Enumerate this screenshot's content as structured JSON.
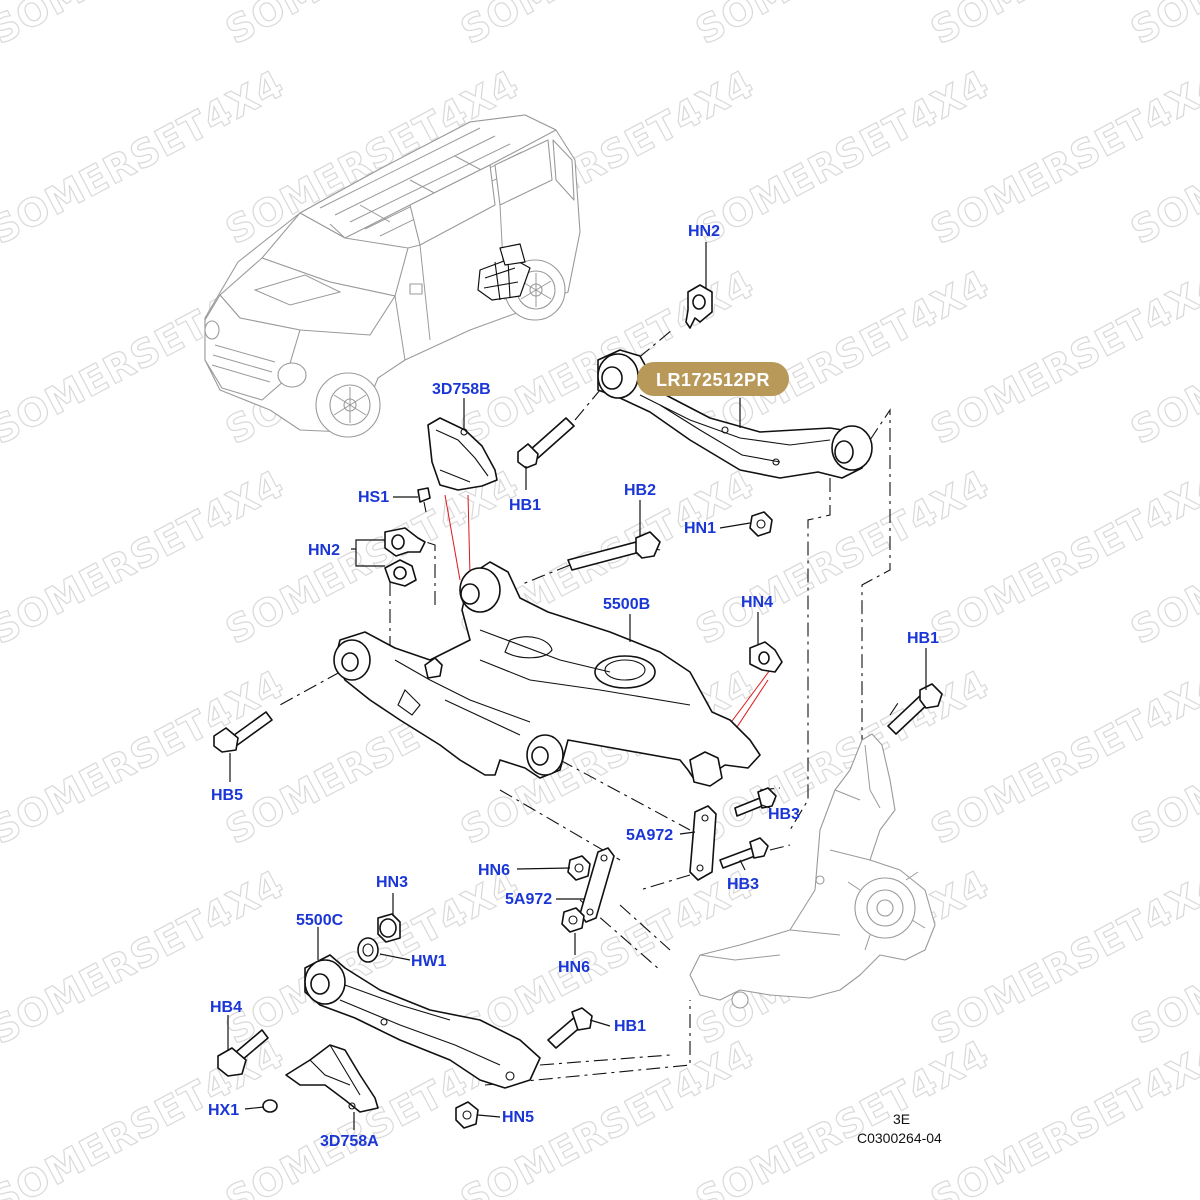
{
  "watermark": "SOMERSET4X4",
  "part_number_badge": {
    "text": "LR172512PR",
    "color": "#b8995a"
  },
  "label_color": "#1a36d6",
  "labels": {
    "hn2_top": "HN2",
    "lr_3d758b": "3D758B",
    "hb1_upper": "HB1",
    "hs1": "HS1",
    "hn2_left": "HN2",
    "hb2": "HB2",
    "hn1": "HN1",
    "sub_5500b": "5500B",
    "hn4": "HN4",
    "hb1_right": "HB1",
    "hb5": "HB5",
    "hb3_upper": "HB3",
    "sub_5a972_a": "5A972",
    "hn6_upper": "HN6",
    "hb3_lower": "HB3",
    "sub_5a972_b": "5A972",
    "hn3": "HN3",
    "sub_5500c": "5500C",
    "hw1": "HW1",
    "hn6_lower": "HN6",
    "hb4": "HB4",
    "hb1_lower": "HB1",
    "hx1": "HX1",
    "hn5": "HN5",
    "lr_3d758a": "3D758A"
  },
  "footer": {
    "sheet": "3E",
    "drawing_code": "C0300264-04"
  }
}
